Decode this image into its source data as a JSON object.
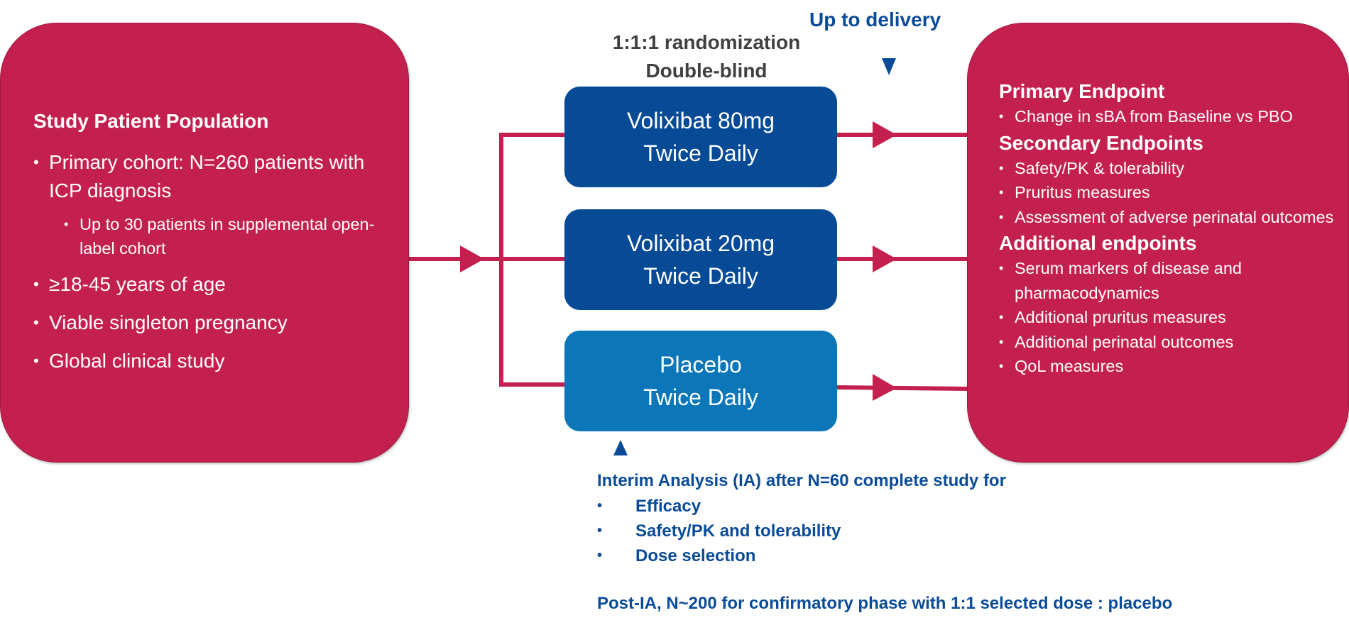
{
  "colors": {
    "magenta": "#c4204f",
    "dark_blue": "#074a96",
    "light_blue": "#0b77b8",
    "label_blue": "#0a4b97",
    "label_gray": "#404040",
    "white": "#ffffff"
  },
  "population": {
    "title": "Study Patient Population",
    "items": [
      {
        "text": "Primary cohort: N=260 patients with ICP diagnosis",
        "level": 1
      },
      {
        "text": "Up to 30 patients in supplemental open-label cohort",
        "level": 2
      },
      {
        "text": "≥18-45 years of age",
        "level": 1
      },
      {
        "text": "Viable singleton pregnancy",
        "level": 1
      },
      {
        "text": "Global clinical study",
        "level": 1
      }
    ]
  },
  "randomization": {
    "line1": "1:1:1 randomization",
    "line2": "Double-blind"
  },
  "arms": [
    {
      "line1": "Volixibat 80mg",
      "line2": "Twice Daily",
      "kind": "active"
    },
    {
      "line1": "Volixibat 20mg",
      "line2": "Twice Daily",
      "kind": "active"
    },
    {
      "line1": "Placebo",
      "line2": "Twice Daily",
      "kind": "placebo"
    }
  ],
  "delivery": {
    "label": "Up to delivery",
    "marker_icon": "triangle-down-icon"
  },
  "endpoints": {
    "primary": {
      "title": "Primary Endpoint",
      "items": [
        "Change in sBA from Baseline vs PBO"
      ]
    },
    "secondary": {
      "title": "Secondary Endpoints",
      "items": [
        "Safety/PK & tolerability",
        "Pruritus measures",
        "Assessment of adverse perinatal outcomes"
      ]
    },
    "additional": {
      "title": "Additional endpoints",
      "items": [
        "Serum markers of disease and pharmacodynamics",
        "Additional pruritus measures",
        "Additional perinatal outcomes",
        "QoL measures"
      ]
    }
  },
  "interim": {
    "marker_icon": "triangle-up-icon",
    "title": "Interim Analysis (IA) after N=60 complete study for",
    "items": [
      "Efficacy",
      "Safety/PK and tolerability",
      "Dose selection"
    ],
    "post": "Post-IA, N~200 for confirmatory phase with 1:1 selected dose : placebo"
  }
}
